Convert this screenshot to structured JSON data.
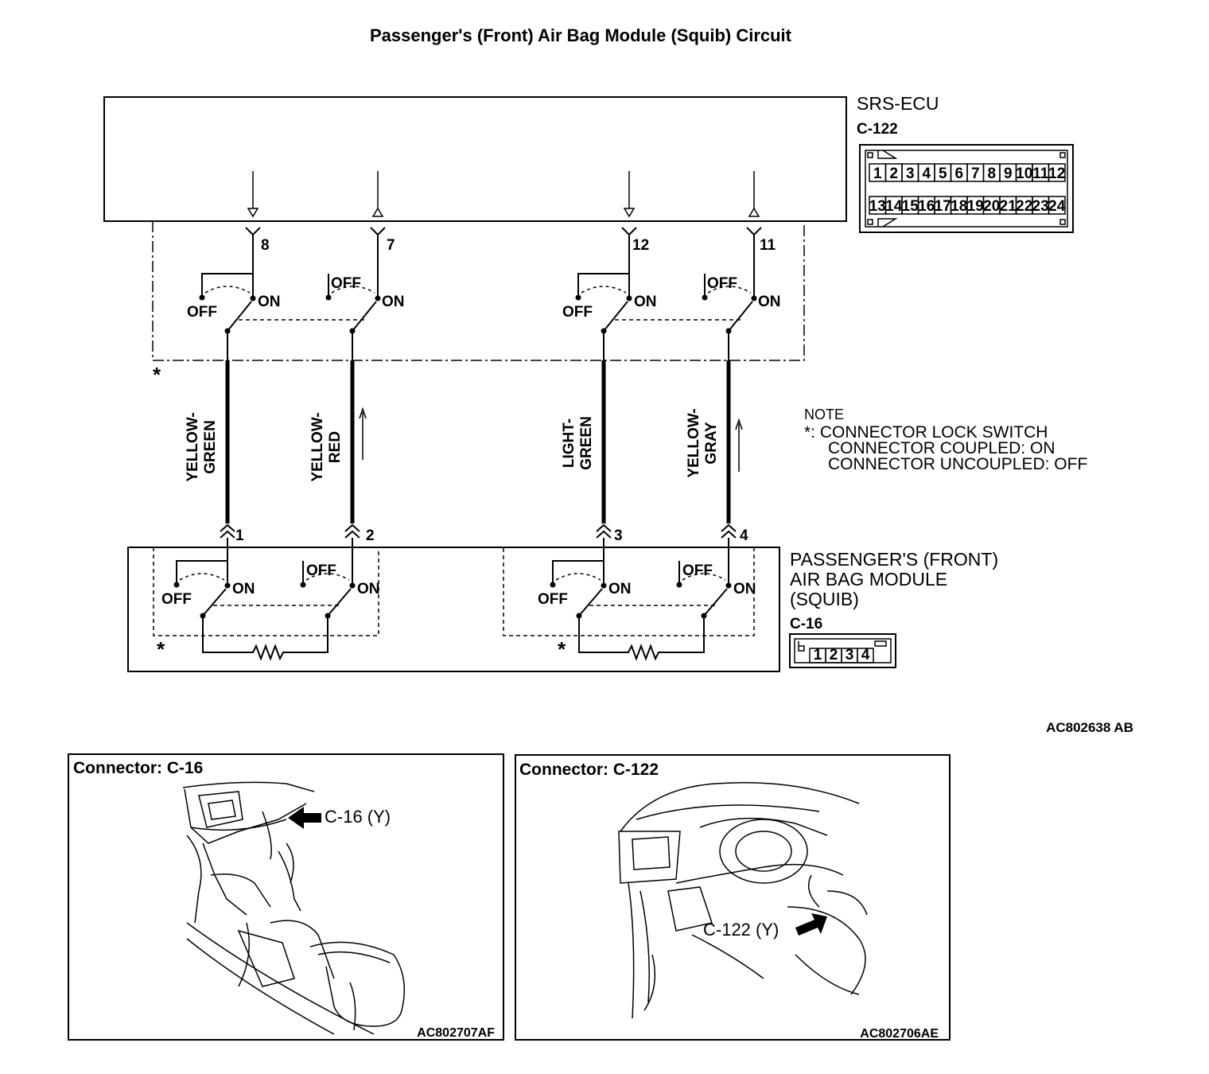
{
  "title": "Passenger's (Front) Air Bag Module (Squib) Circuit",
  "ecu": {
    "name": "SRS-ECU",
    "connector": "C-122",
    "pins_top": [
      "1",
      "2",
      "3",
      "4",
      "5",
      "6",
      "7",
      "8",
      "9",
      "10",
      "11",
      "12"
    ],
    "pins_bottom": [
      "13",
      "14",
      "15",
      "16",
      "17",
      "18",
      "19",
      "20",
      "21",
      "22",
      "23",
      "24"
    ],
    "terminals": [
      "8",
      "7",
      "12",
      "11"
    ]
  },
  "switch_labels": {
    "on": "ON",
    "off": "OFF"
  },
  "asterisk": "*",
  "wires": [
    {
      "line1": "YELLOW-",
      "line2": "GREEN"
    },
    {
      "line1": "YELLOW-",
      "line2": "RED"
    },
    {
      "line1": "LIGHT-",
      "line2": "GREEN"
    },
    {
      "line1": "YELLOW-",
      "line2": "GRAY"
    }
  ],
  "module": {
    "line1": "PASSENGER'S (FRONT)",
    "line2": "AIR BAG MODULE",
    "line3": "(SQUIB)",
    "connector": "C-16",
    "pins": [
      "1",
      "2",
      "3",
      "4"
    ],
    "terminals": [
      "1",
      "2",
      "3",
      "4"
    ]
  },
  "note": {
    "heading": "NOTE",
    "line1": "*: CONNECTOR LOCK SWITCH",
    "line2": "CONNECTOR COUPLED: ON",
    "line3": "CONNECTOR UNCOUPLED: OFF"
  },
  "diagram_code": "AC802638 AB",
  "locator_left": {
    "title": "Connector: C-16",
    "callout": "C-16 (Y)",
    "code": "AC802707AF"
  },
  "locator_right": {
    "title": "Connector: C-122",
    "callout": "C-122 (Y)",
    "code": "AC802706AE"
  }
}
